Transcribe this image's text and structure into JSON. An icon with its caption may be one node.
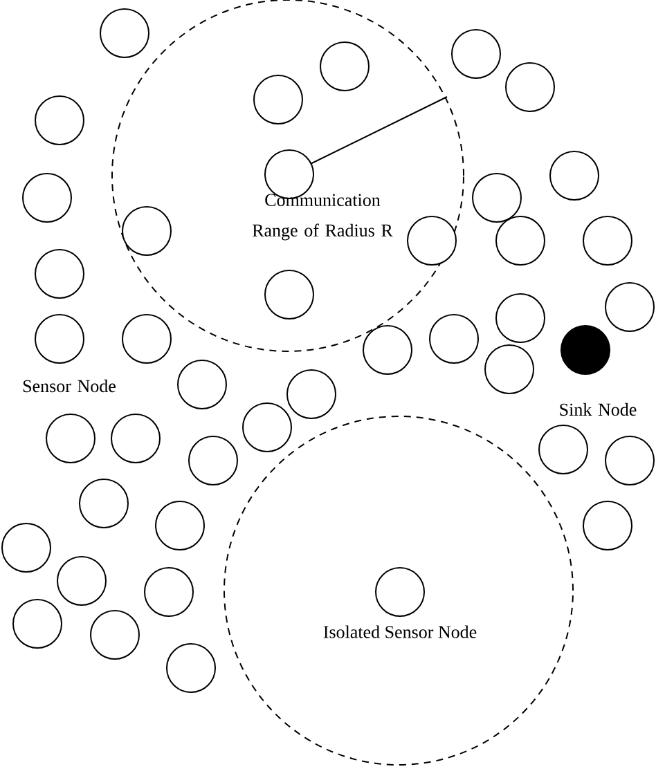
{
  "diagram": {
    "nodes": [
      {
        "text": [],
        "shape": "circle"
      },
      {
        "text": [],
        "shape": "circle"
      },
      {
        "text": [],
        "shape": "circle"
      },
      {
        "text": [],
        "shape": "circle"
      },
      {
        "text": [],
        "shape": "circle"
      },
      {
        "text": [],
        "shape": "circle"
      },
      {
        "text": [],
        "shape": "circle"
      },
      {
        "text": [],
        "shape": "circle"
      },
      {
        "text": [],
        "shape": "circle"
      },
      {
        "text": [],
        "shape": "circle"
      },
      {
        "text": [],
        "shape": "circle"
      },
      {
        "text": [],
        "shape": "circle"
      },
      {
        "text": [],
        "shape": "circle"
      },
      {
        "text": [],
        "shape": "circle"
      },
      {
        "text": [],
        "shape": "circle"
      },
      {
        "text": [],
        "shape": "circle"
      },
      {
        "text": [],
        "shape": "circle"
      },
      {
        "text": [],
        "shape": "circle"
      },
      {
        "text": [],
        "shape": "circle"
      },
      {
        "text": [],
        "shape": "circle"
      },
      {
        "text": [],
        "shape": "circle"
      },
      {
        "text": [],
        "shape": "circle"
      },
      {
        "text": [],
        "shape": "circle"
      },
      {
        "text": [],
        "shape": "circle"
      },
      {
        "text": [],
        "shape": "circle"
      },
      {
        "text": [],
        "shape": "circle"
      },
      {
        "text": [],
        "shape": "circle"
      },
      {
        "text": [],
        "shape": "circle"
      },
      {
        "text": [],
        "shape": "circle"
      },
      {
        "text": [],
        "shape": "circle"
      },
      {
        "text": [],
        "shape": "circle"
      },
      {
        "text": [],
        "shape": "circle"
      },
      {
        "text": [],
        "shape": "circle"
      },
      {
        "text": [],
        "shape": "circle"
      },
      {
        "text": [],
        "shape": "circle"
      },
      {
        "text": [],
        "shape": "circle"
      },
      {
        "text": [],
        "shape": "circle"
      },
      {
        "text": [],
        "shape": "circle"
      },
      {
        "text": [],
        "shape": "circle",
        "beside": [
          "Isolated Sensor Node"
        ]
      },
      {
        "text": [],
        "shape": "circle"
      },
      {
        "text": [],
        "shape": "circle"
      },
      {
        "text": [],
        "shape": "circle"
      }
    ],
    "labels": [
      "Communication Range of Radius R",
      "Sensor Node",
      "Sink Node"
    ]
  }
}
